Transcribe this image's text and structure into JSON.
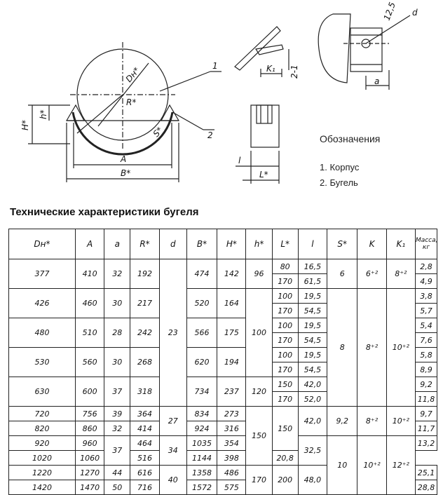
{
  "drawing": {
    "labels": {
      "dn": "Dн*",
      "r": "R*",
      "h_cap": "H*",
      "h_small": "h*",
      "s": "S*",
      "a_cap": "A",
      "b": "B*",
      "callout_1": "1",
      "callout_2": "2",
      "k1": "K₁",
      "gap": "2-1",
      "d": "d",
      "dim_12_5": "12,5",
      "a_small": "a",
      "l_small": "l",
      "l_cap": "L*"
    }
  },
  "legend": {
    "title": "Обозначения",
    "items": [
      "1. Корпус",
      "2. Бугель"
    ]
  },
  "section_title": "Технические характеристики бугеля",
  "table": {
    "headers": [
      "Dн*",
      "A",
      "a",
      "R*",
      "d",
      "B*",
      "H*",
      "h*",
      "L*",
      "l",
      "S*",
      "K",
      "K₁",
      "Масса, кг"
    ],
    "rows": [
      [
        "377",
        "410",
        "32",
        "192",
        "474",
        "142",
        "96",
        "80",
        "16,5",
        "6",
        "6⁺²",
        "8⁺²",
        "2,8"
      ],
      [
        "170",
        "61,5",
        "4,9"
      ],
      [
        "426",
        "460",
        "30",
        "217",
        "23",
        "520",
        "164",
        "100",
        "19,5",
        "8",
        "8⁺²",
        "10⁺²",
        "3,8"
      ],
      [
        "170",
        "54,5",
        "5,7"
      ],
      [
        "480",
        "510",
        "28",
        "242",
        "566",
        "175",
        "100",
        "100",
        "19,5",
        "5,4"
      ],
      [
        "170",
        "54,5",
        "7,6"
      ],
      [
        "530",
        "560",
        "30",
        "268",
        "620",
        "194",
        "100",
        "19,5",
        "5,8"
      ],
      [
        "170",
        "54,5",
        "8,9"
      ],
      [
        "630",
        "600",
        "37",
        "318",
        "734",
        "237",
        "120",
        "150",
        "42,0",
        "9,2"
      ],
      [
        "170",
        "52,0",
        "11,8"
      ],
      [
        "720",
        "756",
        "39",
        "364",
        "27",
        "834",
        "273",
        "150",
        "42,0",
        "9,7"
      ],
      [
        "820",
        "860",
        "32",
        "414",
        "924",
        "316",
        "11,7"
      ],
      [
        "920",
        "960",
        "37",
        "464",
        "34",
        "1035",
        "354",
        "150",
        "32,5",
        "10",
        "10⁺²",
        "12⁺²",
        "13,2"
      ],
      [
        "1020",
        "1060",
        "516",
        "1144",
        "398",
        "20,8"
      ],
      [
        "1220",
        "1270",
        "44",
        "616",
        "40",
        "1358",
        "486",
        "170",
        "200",
        "48,0",
        "25,1"
      ],
      [
        "1420",
        "1470",
        "50",
        "716",
        "1572",
        "575",
        "28,8"
      ]
    ]
  }
}
